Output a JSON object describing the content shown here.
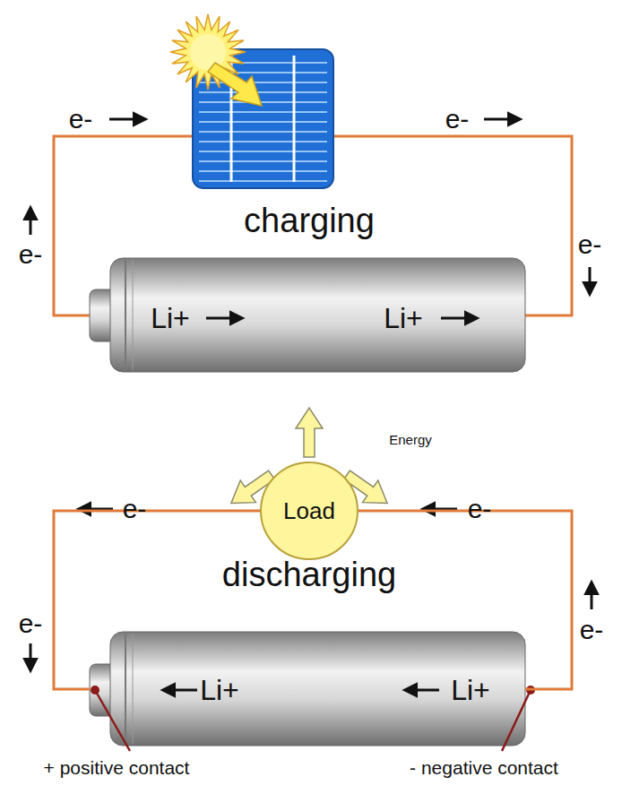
{
  "diagram": {
    "nodes": [
      {
        "text": [
          "Li+",
          "Li+"
        ]
      },
      {
        "text": [
          "Load"
        ]
      },
      {
        "text": [
          "Li+",
          "Li+"
        ]
      }
    ],
    "edges": [
      {
        "from": 1,
        "to": 2,
        "arrow": "none"
      },
      {
        "from": 1,
        "to": 2,
        "arrow": "none"
      }
    ],
    "labels": [
      "e-",
      "e-",
      "e-",
      "e-",
      "charging",
      "e-",
      "e-",
      "e-",
      "e-",
      "discharging",
      "Energy",
      "+ positive contact",
      "- negative contact"
    ]
  }
}
